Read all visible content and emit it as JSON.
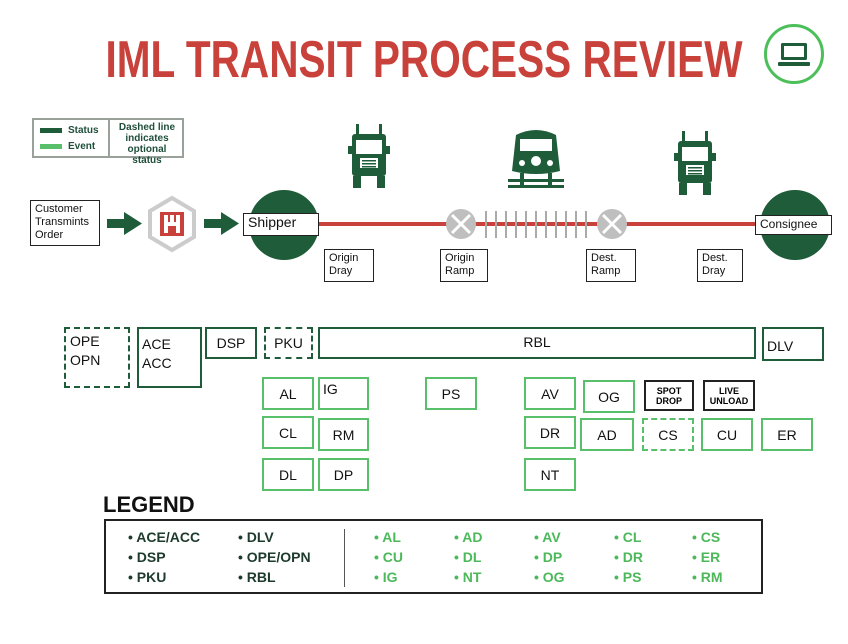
{
  "title": "IML TRANSIT PROCESS REVIEW",
  "top_icon": "laptop-icon",
  "key": {
    "status_label": "Status",
    "event_label": "Event",
    "note": "Dashed line indicates optional status",
    "status_color": "#1f5c3a",
    "event_color": "#58c06a"
  },
  "flow": {
    "customer": "Customer Transmints Order",
    "shipper": "Shipper",
    "consignee": "Consignee",
    "origin_dray": "Origin Dray",
    "origin_ramp": "Origin Ramp",
    "dest_ramp": "Dest. Ramp",
    "dest_dray": "Dest. Dray",
    "line_color": "#c9413b",
    "hub_icon": "hub-logo-icon",
    "truck_icon": "truck-icon",
    "train_icon": "train-icon"
  },
  "status_row": {
    "ope_opn": [
      "OPE",
      "OPN"
    ],
    "ace_acc": [
      "ACE",
      "ACC"
    ],
    "dsp": "DSP",
    "pku": "PKU",
    "rbl": "RBL",
    "dlv": "DLV"
  },
  "events": {
    "al": "AL",
    "ig": "IG",
    "cl": "CL",
    "rm": "RM",
    "dl": "DL",
    "dp": "DP",
    "ps": "PS",
    "av": "AV",
    "og": "OG",
    "dr": "DR",
    "ad": "AD",
    "cs": "CS",
    "cu": "CU",
    "er": "ER",
    "nt": "NT",
    "spot_drop": [
      "SPOT",
      "DROP"
    ],
    "live_unload": [
      "LIVE",
      "UNLOAD"
    ]
  },
  "legend": {
    "title": "LEGEND",
    "status_col1": [
      "ACE/ACC",
      "DSP",
      "PKU"
    ],
    "status_col2": [
      "DLV",
      "OPE/OPN",
      "RBL"
    ],
    "event_col1": [
      "AL",
      "CU",
      "IG"
    ],
    "event_col2": [
      "AD",
      "DL",
      "NT"
    ],
    "event_col3": [
      "AV",
      "DP",
      "OG"
    ],
    "event_col4": [
      "CL",
      "DR",
      "PS"
    ],
    "event_col5": [
      "CS",
      "ER",
      "RM"
    ]
  }
}
